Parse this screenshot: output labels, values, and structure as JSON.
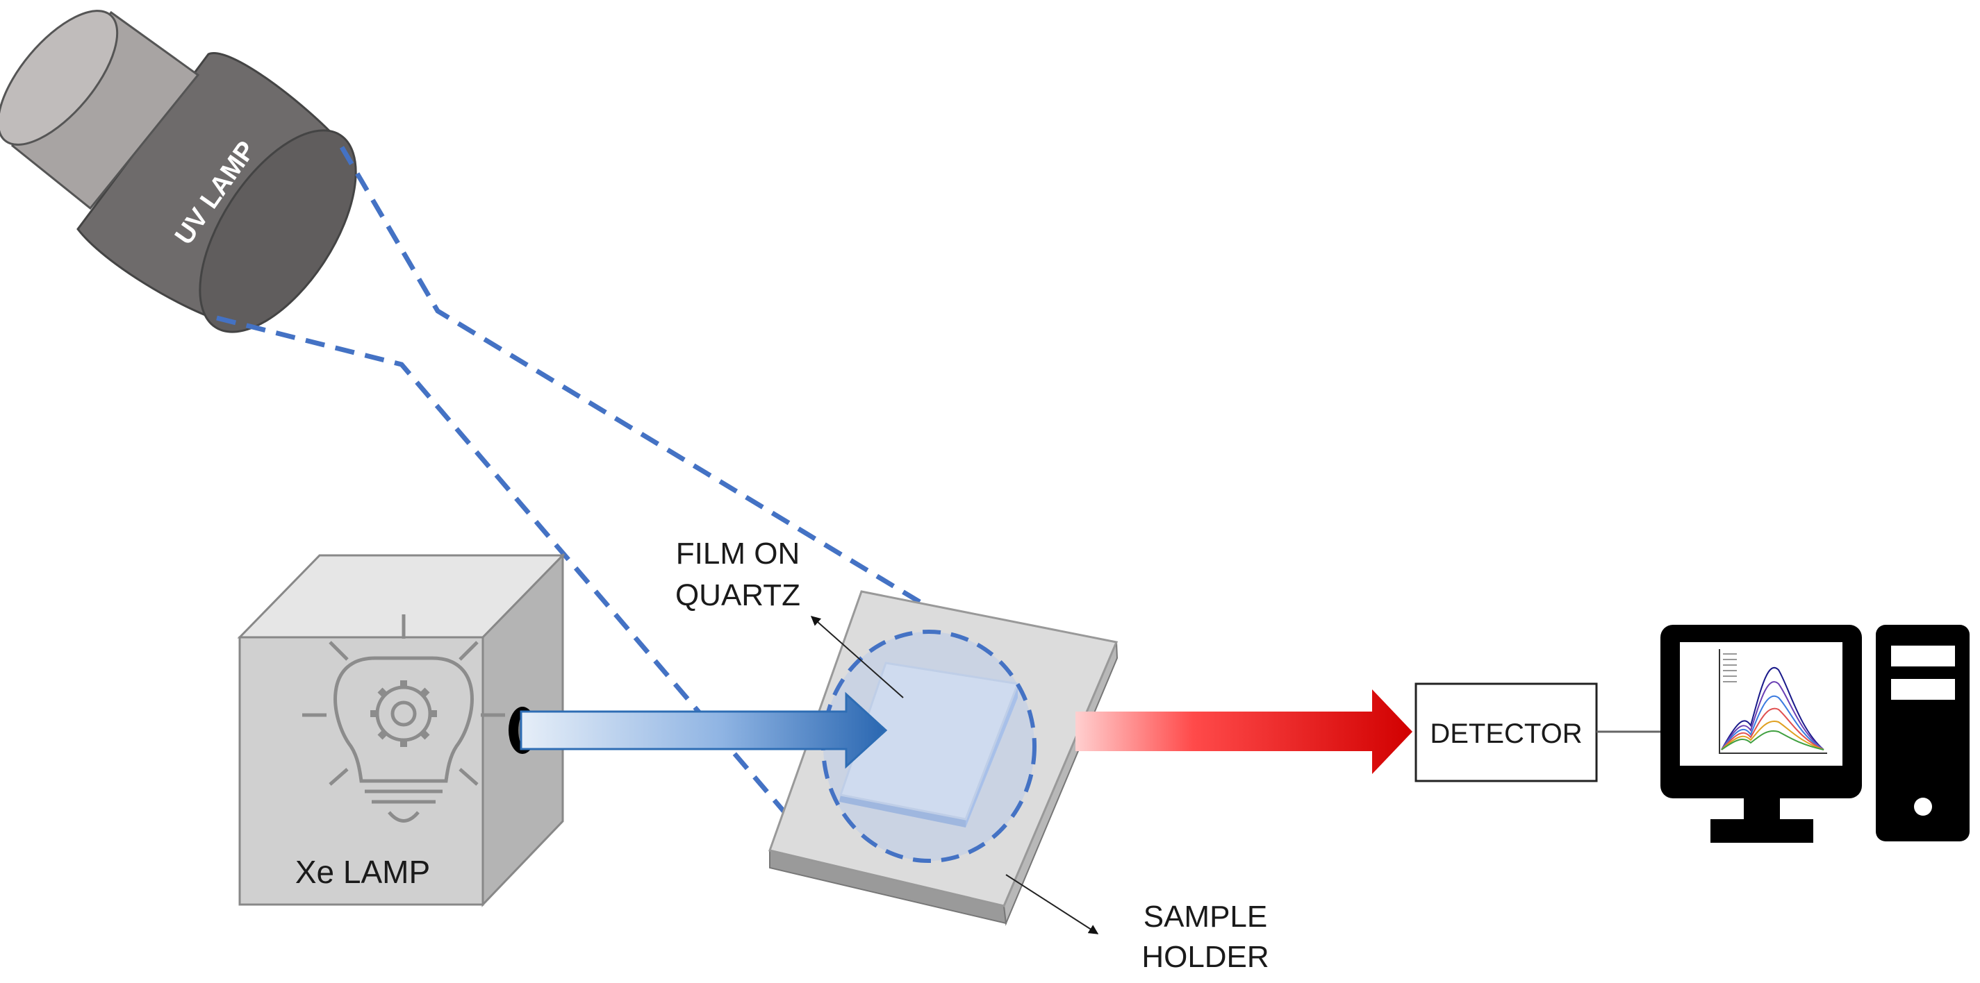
{
  "labels": {
    "uv_lamp": "UV LAMP",
    "xe_lamp": "Xe LAMP",
    "film_line1": "FILM ON",
    "film_line2": "QUARTZ",
    "detector": "DETECTOR",
    "holder_line1": "SAMPLE",
    "holder_line2": "HOLDER"
  },
  "colors": {
    "dashed_beam": "#4472c4",
    "excitation_arrow": "#2e6db4",
    "emission_arrow": "#e00000",
    "lamp_dark": "#6e6b6b",
    "lamp_light": "#a8a4a3",
    "box_face": "#d0d0d0",
    "computer": "#000000"
  },
  "icons": [
    "uv-lamp-icon",
    "lightbulb-gear-icon",
    "computer-monitor-icon",
    "computer-tower-icon",
    "spectrum-plot-icon"
  ]
}
